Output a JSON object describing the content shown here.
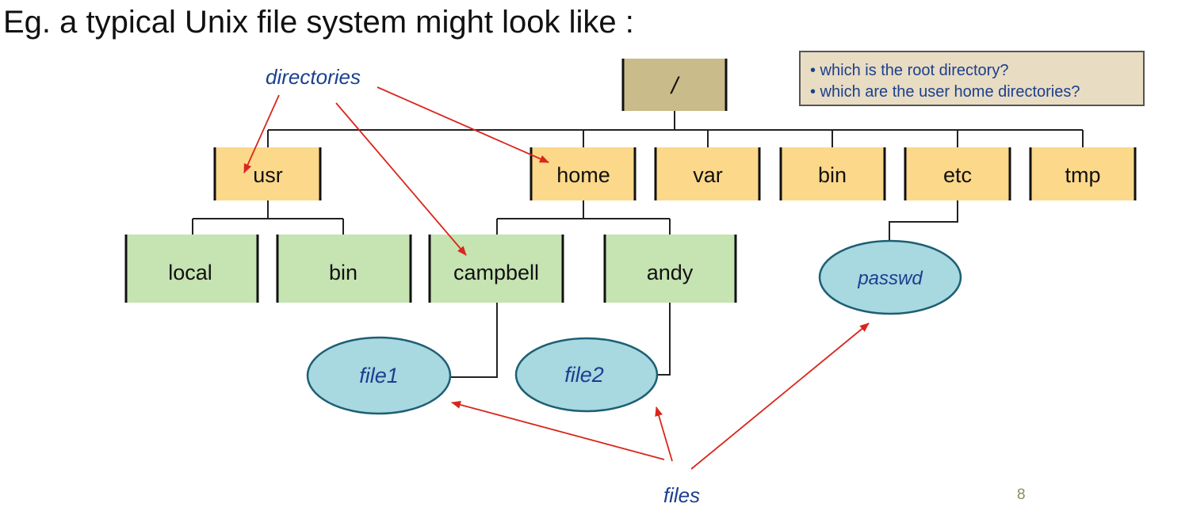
{
  "title": "Eg. a typical Unix file system might look like :",
  "questions": [
    "• which is the root directory?",
    "• which are the user home directories?"
  ],
  "root": {
    "label": "/",
    "color": "#c9bb8a"
  },
  "level1_dirs": [
    {
      "id": "usr",
      "label": "usr"
    },
    {
      "id": "home",
      "label": "home"
    },
    {
      "id": "var",
      "label": "var"
    },
    {
      "id": "bin",
      "label": "bin"
    },
    {
      "id": "etc",
      "label": "etc"
    },
    {
      "id": "tmp",
      "label": "tmp"
    }
  ],
  "level2_dirs": [
    {
      "id": "local",
      "label": "local",
      "parent": "usr"
    },
    {
      "id": "usr-bin",
      "label": "bin",
      "parent": "usr"
    },
    {
      "id": "campbell",
      "label": "campbell",
      "parent": "home"
    },
    {
      "id": "andy",
      "label": "andy",
      "parent": "home"
    }
  ],
  "files": [
    {
      "id": "file1",
      "label": "file1",
      "parent": "campbell"
    },
    {
      "id": "file2",
      "label": "file2",
      "parent": "andy"
    },
    {
      "id": "passwd",
      "label": "passwd",
      "parent": "etc"
    }
  ],
  "annotations": {
    "directories": "directories",
    "files": "files"
  },
  "page_number": "8",
  "colors": {
    "level1_fill": "#fbd88a",
    "level2_fill": "#c6e3b2",
    "file_fill": "#a8d8e0",
    "file_stroke": "#1d5f74",
    "annotation_text": "#1b3f8f",
    "arrow": "#d9261c"
  }
}
